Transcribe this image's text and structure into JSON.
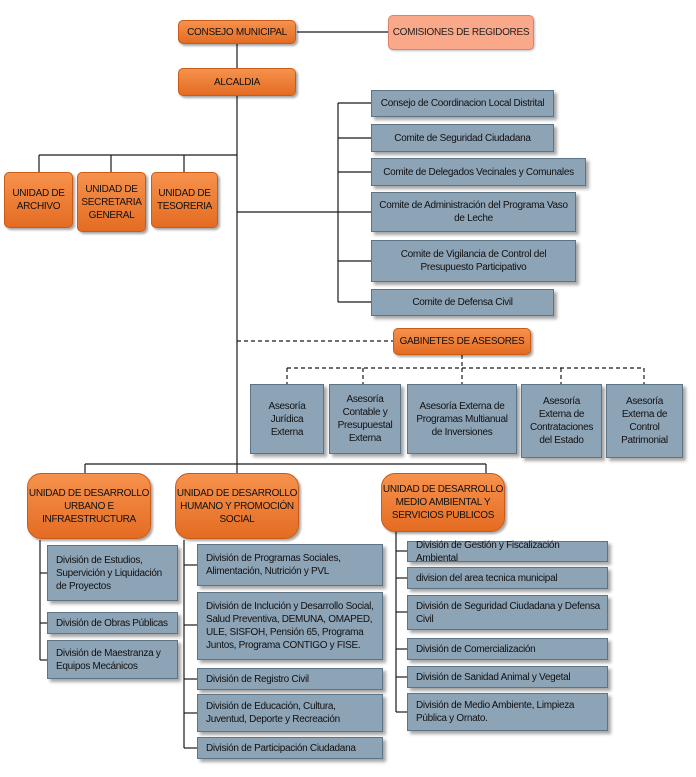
{
  "top": {
    "concejo": "CONSEJO MUNICIPAL",
    "comisiones": "COMISIONES DE REGIDORES",
    "alcaldia": "ALCALDIA"
  },
  "comites": [
    "Consejo de Coordinacion Local Distrital",
    "Comite de Seguridad Ciudadana",
    "Comite de Delegados Vecinales y Comunales",
    "Comite de Administración del Programa Vaso de Leche",
    "Comite de Vigilancia de Control del Presupuesto Participativo",
    "Comite de Defensa Civil"
  ],
  "unidades": [
    "UNIDAD DE ARCHIVO",
    "UNIDAD DE SECRETARIA GENERAL",
    "UNIDAD DE TESORERIA"
  ],
  "gabinete": "GABINETES DE ASESORES",
  "asesorias": [
    "Asesoría Jurídica Externa",
    "Asesoría Contable y Presupuestal Externa",
    "Asesoría Externa de Programas Multianual de Inversiones",
    "Asesoría Externa de Contrataciones del Estado",
    "Asesoría Externa de Control Patrimonial"
  ],
  "desarrollo": [
    {
      "title": "UNIDAD DE DESARROLLO URBANO E INFRAESTRUCTURA",
      "divisions": [
        "División de Estudios, Supervición y Liquidación de Proyectos",
        "División de Obras Públicas",
        "División de Maestranza y Equipos Mecánicos"
      ]
    },
    {
      "title": "UNIDAD DE DESARROLLO HUMANO Y PROMOCIÓN SOCIAL",
      "divisions": [
        "División de Programas Sociales, Alimentación, Nutrición y PVL",
        "División de Inclución y Desarrollo Social, Salud Preventiva, DEMUNA, OMAPED, ULE, SISFOH, Pensión 65, Programa Juntos, Programa CONTIGO y FISE.",
        "División de Registro Civil",
        "División de Educación, Cultura, Juventud, Deporte y Recreación",
        "División de Participación Ciudadana"
      ]
    },
    {
      "title": "UNIDAD DE DESARROLLO MEDIO AMBIENTAL Y SERVICIOS PUBLICOS",
      "divisions": [
        "División de Gestión y Fiscalización Ambiental",
        "division del area tecnica municipal",
        "División de Seguridad Ciudadana y Defensa Civil",
        "División de Comercialización",
        "División de Sanidad Animal y Vegetal",
        "División de Medio Ambiente, Limpieza Pública y Ornato."
      ]
    }
  ],
  "colors": {
    "orange": "#ed7d31",
    "salmon": "#f9a88a",
    "blue": "#8da3b6"
  }
}
